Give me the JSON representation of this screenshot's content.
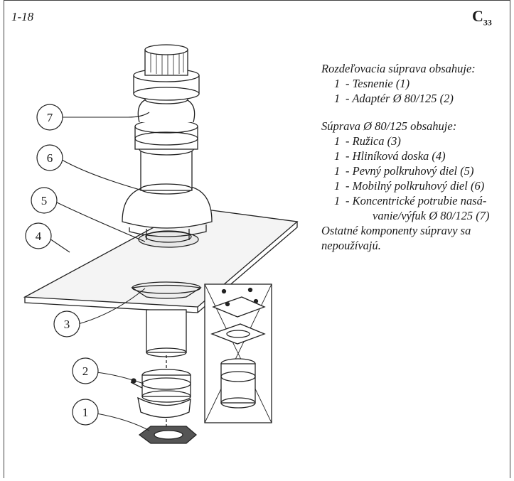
{
  "header": {
    "figure_number": "1-18",
    "code_base": "C",
    "code_sub": "33"
  },
  "callouts": [
    "7",
    "6",
    "5",
    "4",
    "3",
    "2",
    "1"
  ],
  "kit1": {
    "title": "Rozdeľovacia súprava obsahuje:",
    "items": [
      {
        "qty": "1",
        "text": "-  Tesnenie (1)"
      },
      {
        "qty": "1",
        "text": "-  Adaptér Ø 80/125 (2)"
      }
    ]
  },
  "kit2": {
    "title": "Súprava Ø 80/125 obsahuje:",
    "items": [
      {
        "qty": "1",
        "text": "-  Ružica (3)"
      },
      {
        "qty": "1",
        "text": "-  Hliníková doska (4)"
      },
      {
        "qty": "1",
        "text": "-  Pevný polkruhový diel (5)"
      },
      {
        "qty": "1",
        "text": "-  Mobilný polkruhový diel (6)"
      },
      {
        "qty": "1",
        "text": "-  Koncentrické potrubie nasá-"
      }
    ],
    "item_continuation": "vanie/výfuk Ø 80/125 (7)"
  },
  "footer_note_1": "Ostatné komponenty súpravy sa",
  "footer_note_2": "nepoužívajú."
}
